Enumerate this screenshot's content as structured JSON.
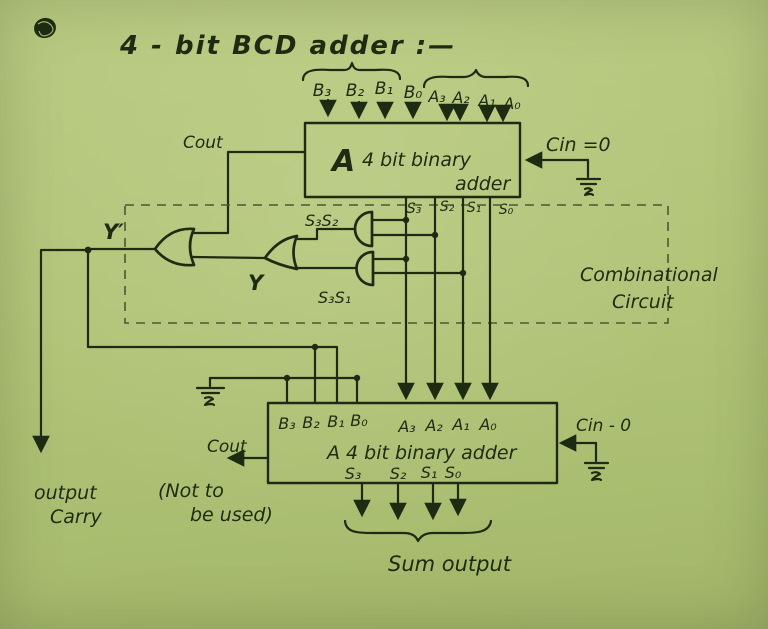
{
  "palette": {
    "paper": "#b2c579",
    "ink": "#1e2b13"
  },
  "header": {
    "title": "4 - bit  BCD  adder :—"
  },
  "top_inputs": {
    "b_labels": [
      "B₃",
      "B₂",
      "B₁",
      "B₀"
    ],
    "a_labels": [
      "A₃",
      "A₂",
      "A₁",
      "A₀"
    ]
  },
  "top_adder": {
    "bold_a": "A",
    "name_line1": "4 bit binary",
    "name_line2": "adder",
    "cin": "Cin =0",
    "cout": "Cout",
    "s_labels": [
      "S₃",
      "S₂",
      "S₁",
      "S₀"
    ]
  },
  "logic": {
    "and_top_label": "S₃S₂",
    "and_bottom_label": "S₃S₁",
    "or_out_label": "Y′",
    "or_mid_label": "Y",
    "box_line1": "Combinational",
    "box_line2": "Circuit"
  },
  "bottom_adder": {
    "b_labels": [
      "B₃",
      "B₂",
      "B₁",
      "B₀"
    ],
    "a_labels": [
      "A₃",
      "A₂",
      "A₁",
      "A₀"
    ],
    "name": "A  4 bit binary adder",
    "s_labels": [
      "S₃",
      "S₂",
      "S₁",
      "S₀"
    ],
    "cin": "Cin - 0",
    "cout": "Cout",
    "not_used_line1": "(Not to",
    "not_used_line2": "be used)"
  },
  "outputs": {
    "sum": "Sum output",
    "carry_line1": "output",
    "carry_line2": "Carry"
  }
}
